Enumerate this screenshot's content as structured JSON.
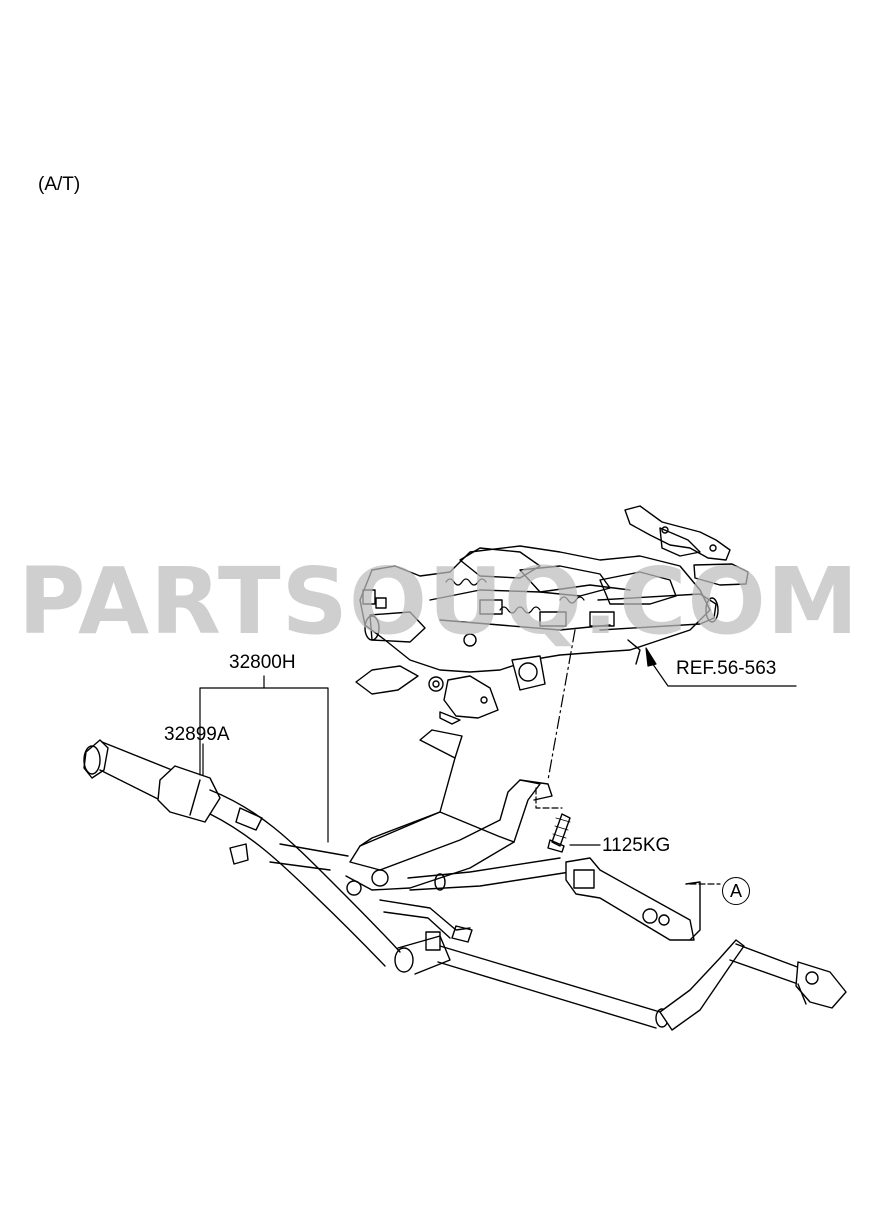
{
  "diagram": {
    "variant_label": "(A/T)",
    "part_numbers": {
      "assembly": "32800H",
      "cable": "32899A",
      "bolt": "1125KG"
    },
    "reference": "REF.56-563",
    "callout_marker": "A"
  },
  "watermark": {
    "text": "PARTSOUQ.COM"
  },
  "colors": {
    "line": "#000000",
    "watermark": "#bdbdbd",
    "background": "#ffffff"
  }
}
